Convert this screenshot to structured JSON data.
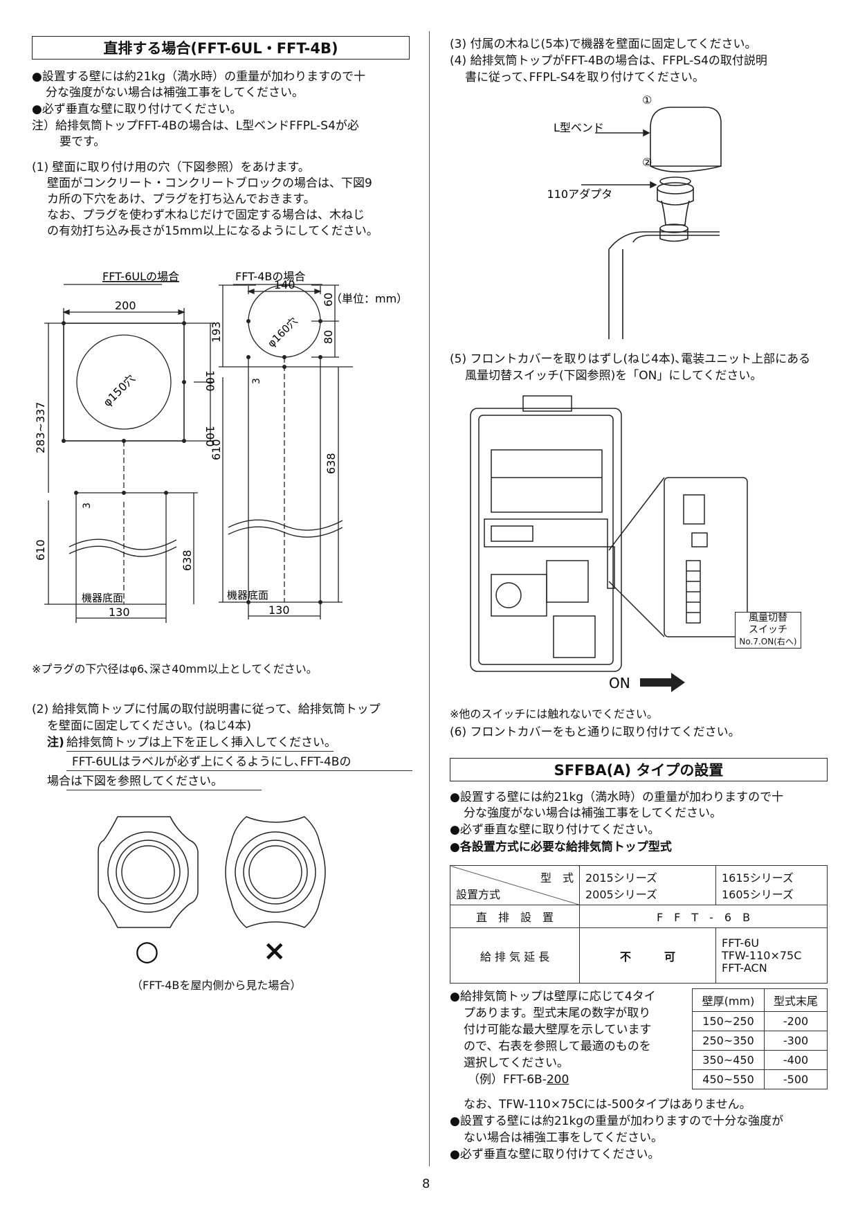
{
  "left": {
    "title": "直排する場合(FFT-6UL・FFT-4B)",
    "p1": "●設置する壁には約21kg（満水時）の重量が加わりますので十",
    "p1b": "分な強度がない場合は補強工事をしてください。",
    "p2": "●必ず垂直な壁に取り付けてください。",
    "note1": "注）給排気筒トップFFT-4Bの場合は、L型ベンドFFPL-S4が必",
    "note1b": "要です。",
    "s1a": "(1) 壁面に取り付け用の穴（下図参照）をあけます。",
    "s1b": "壁面がコンクリート・コンクリートブロックの場合は、下図9",
    "s1c": "カ所の下穴をあけ、プラグを打ち込んでおきます。",
    "s1d": "なお、プラグを使わず木ねじだけで固定する場合は、木ねじ",
    "s1e": "の有効打ち込み長さが15mm以上になるようにしてください。",
    "fig_ul_label": "FFT-6ULの場合",
    "fig_4b_label": "FFT-4Bの場合",
    "unit": "（単位：mm）",
    "dims": {
      "w200": "200",
      "d150": "φ150穴",
      "h100a": "100",
      "h100b": "100",
      "r283": "283~337",
      "h3a": "3",
      "h610a": "610",
      "h638a": "638",
      "base_a": "機器底面",
      "w130a": "130",
      "w140": "140",
      "d160": "φ160穴",
      "h60": "60",
      "h80": "80",
      "h193": "193",
      "h3b": "3",
      "h610b": "610",
      "h638b": "638",
      "base_b": "機器底面",
      "w130b": "130"
    },
    "plug_note": "※プラグの下穴径はφ6､深さ40mm以上としてください。",
    "s2a": "(2) 給排気筒トップに付属の取付説明書に従って、給排気筒トップ",
    "s2b": "を壁面に固定してください。(ねじ4本)",
    "note2_label": "注)",
    "note2a": "給排気筒トップは上下を正しく挿入してください。",
    "note2b": "FFT-6ULはラベルが必ず上にくるようにし､FFT-4Bの",
    "note2c": "場合は下図を参照してください。",
    "ok_mark": "○",
    "ng_mark": "×",
    "fig_caption": "（FFT-4Bを屋内側から見た場合）"
  },
  "right": {
    "s3": "(3) 付属の木ねじ(5本)で機器を壁面に固定してください。",
    "s4a": "(4) 給排気筒トップがFFT-4Bの場合は、FFPL-S4の取付説明",
    "s4b": "書に従って､FFPL-S4を取り付けてください。",
    "fig_num1": "①",
    "fig_num2": "②",
    "bend_label": "L型ベンド",
    "adapter_label": "φ110アダプタ",
    "s5a": "(5) フロントカバーを取りはずし(ねじ4本)､電装ユニット上部にある",
    "s5b": "風量切替スイッチ(下図参照)を「ON」にしてください。",
    "switch_l1": "風量切替",
    "switch_l2": "スイッチ",
    "switch_l3": "No.7.ON(右へ)",
    "on_label": "ON",
    "other_note": "※他のスイッチには触れないでください。",
    "s6": "(6) フロントカバーをもと通りに取り付けてください。",
    "title2": "SFFBA(A) タイプの設置",
    "q1": "●設置する壁には約21kg（満水時）の重量が加わりますので十",
    "q1b": "分な強度がない場合は補強工事をしてください。",
    "q2": "●必ず垂直な壁に取り付けてください。",
    "q3": "●各設置方式に必要な給排気筒トップ型式",
    "table1": {
      "h_type": "型　式",
      "h_method": "設置方式",
      "c1a": "2015シリーズ",
      "c1b": "2005シリーズ",
      "c2a": "1615シリーズ",
      "c2b": "1605シリーズ",
      "r1": "直　排　設　置",
      "r1v": "F　F　T　-　6　B",
      "r2": "給 排 気 延 長",
      "r2v1": "不　　　可",
      "r2v2a": "FFT-6U",
      "r2v2b": "TFW-110×75C",
      "r2v2c": "FFT-ACN"
    },
    "w1": "●給排気筒トップは壁厚に応じて4タイ",
    "w2": "プあります。型式末尾の数字が取り",
    "w3": "付け可能な最大壁厚を示しています",
    "w4": "ので、右表を参照して最適のものを",
    "w5": "選択してください。",
    "w6a": "（例）FFT-6B-",
    "w6b": "200",
    "table2": {
      "h1": "壁厚(mm)",
      "h2": "型式末尾",
      "rows": [
        [
          "150~250",
          "-200"
        ],
        [
          "250~350",
          "-300"
        ],
        [
          "350~450",
          "-400"
        ],
        [
          "450~550",
          "-500"
        ]
      ]
    },
    "w7": "なお、TFW-110×75Cには-500タイプはありません。",
    "w8": "●設置する壁には約21kgの重量が加わりますので十分な強度が",
    "w8b": "ない場合は補強工事をしてください。",
    "w9": "●必ず垂直な壁に取り付けてください。"
  },
  "page_number": "8"
}
